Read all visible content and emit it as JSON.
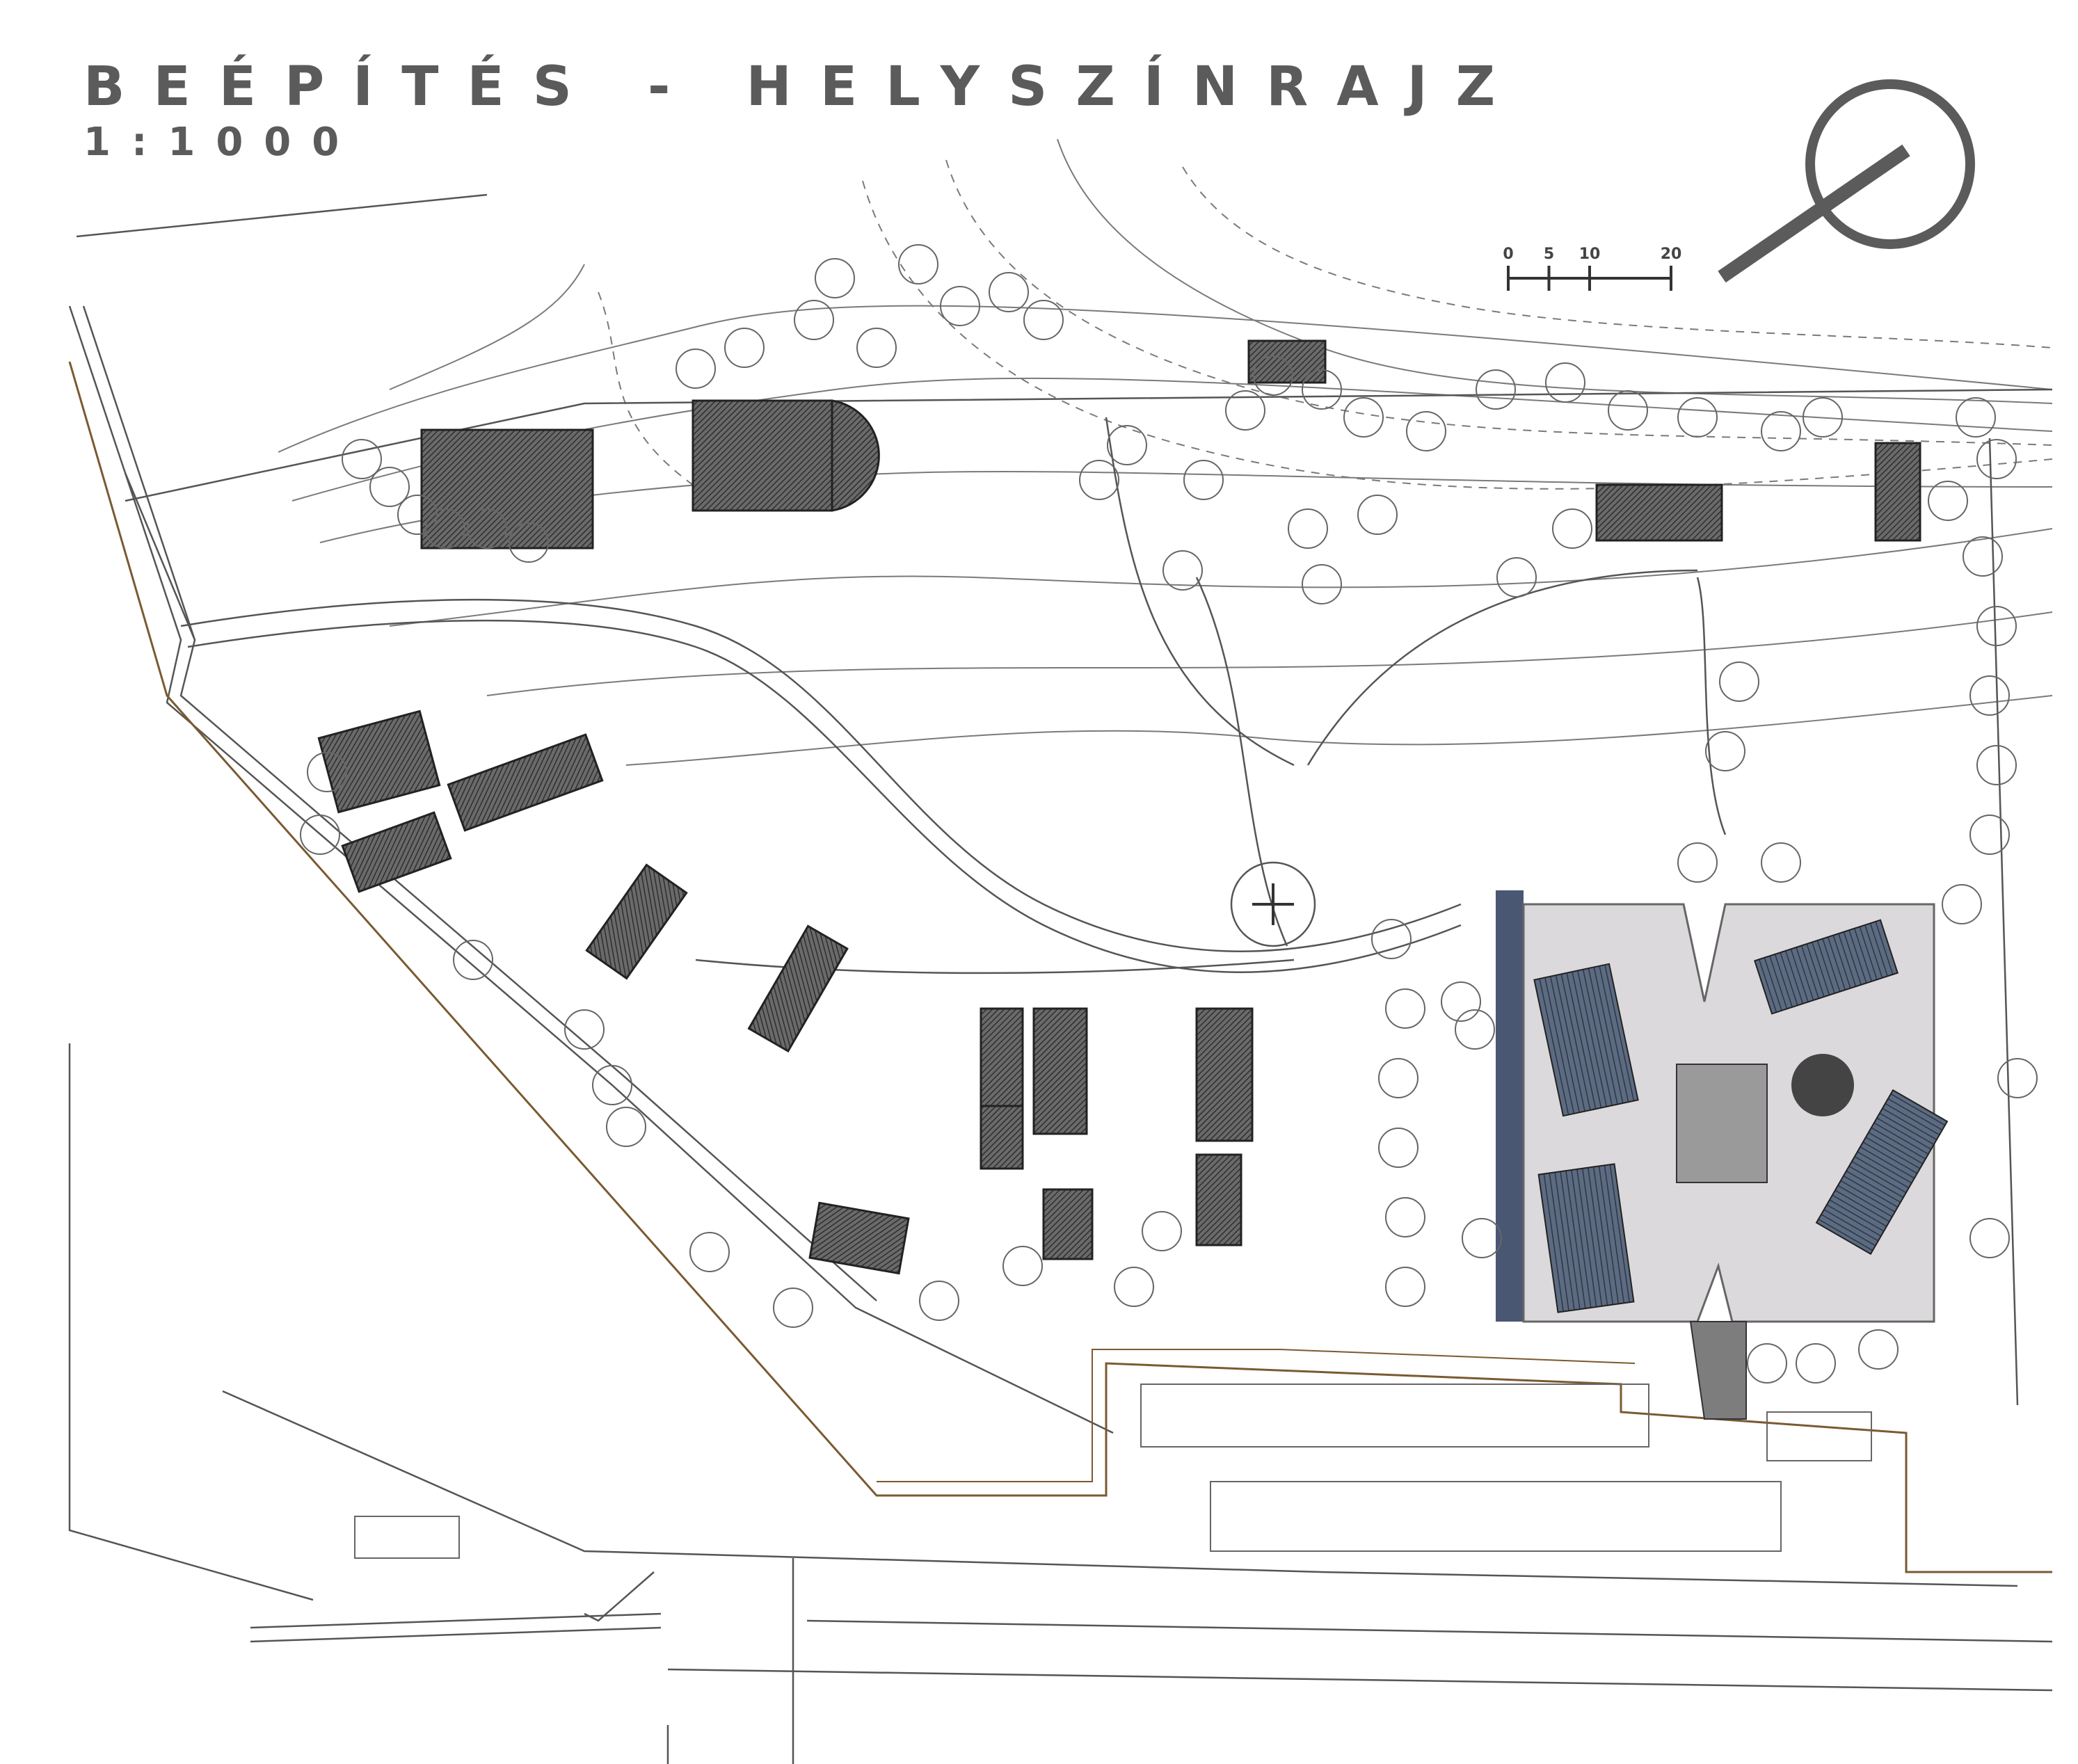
{
  "title": "BEÉPÍTÉS - HELYSZÍNRAJZ",
  "scale": "1:1000",
  "scale_bar": {
    "ticks": [
      "0",
      "5",
      "10",
      "20"
    ],
    "tick_values": [
      0,
      5,
      10,
      20
    ],
    "unit_max": 20
  },
  "north_arrow": {
    "icon": "north-arrow-icon"
  },
  "colors": {
    "title": "#5b5b5b",
    "linework": "#555555",
    "site_boundary": "#7a5a32",
    "building_roof": "#3b3b3b",
    "new_building_floor": "#dcd9dc",
    "shadow": "#2a3a5a"
  }
}
